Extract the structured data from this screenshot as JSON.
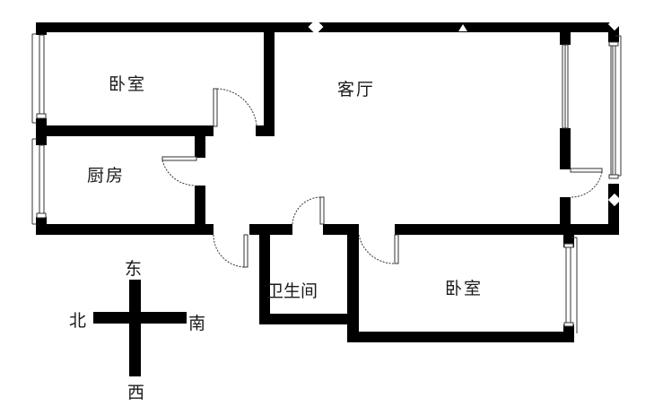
{
  "plan": {
    "rooms": [
      {
        "id": "bedroom-north",
        "label": "卧室"
      },
      {
        "id": "living-room",
        "label": "客厅"
      },
      {
        "id": "kitchen",
        "label": "厨房"
      },
      {
        "id": "bathroom",
        "label": "卫生间"
      },
      {
        "id": "bedroom-south",
        "label": "卧室"
      }
    ]
  },
  "compass": {
    "top": "东",
    "left": "北",
    "right": "南",
    "bottom": "西"
  },
  "colors": {
    "wall": "#000000",
    "background": "#ffffff",
    "window": "#555555"
  }
}
